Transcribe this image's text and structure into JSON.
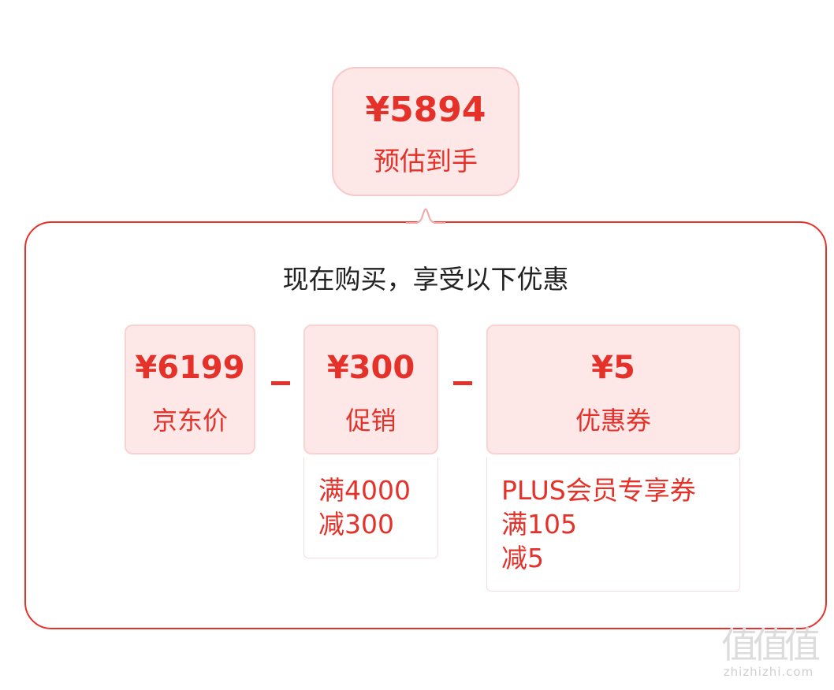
{
  "summary": {
    "amount": "¥5894",
    "label": "预估到手"
  },
  "panel": {
    "headline": "现在购买，享受以下优惠"
  },
  "breakdown": [
    {
      "amount": "¥6199",
      "label": "京东价"
    },
    {
      "amount": "¥300",
      "label": "促销"
    },
    {
      "amount": "¥5",
      "label": "优惠券"
    }
  ],
  "details": {
    "promo": [
      "满4000",
      "减300"
    ],
    "coupon": [
      "PLUS会员专享券",
      "满105",
      "减5"
    ]
  },
  "watermark": {
    "logo": "值值值",
    "text": "zhizhizhi.com"
  },
  "colors": {
    "accent": "#e4322a",
    "box_fill": "#fde7e7",
    "box_border": "#f9c9c8"
  }
}
